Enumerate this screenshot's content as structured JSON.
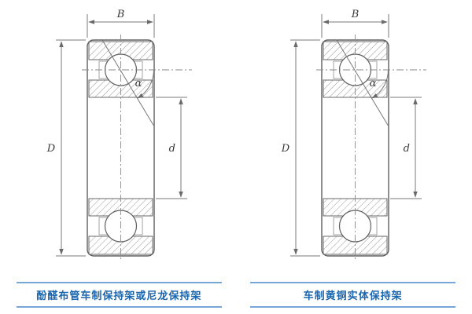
{
  "figures": [
    {
      "dim_width": "B",
      "dim_outer": "D",
      "dim_bore": "d",
      "dim_angle": "α",
      "caption": "酚醛布管车制保持架或尼龙保持架"
    },
    {
      "dim_width": "B",
      "dim_outer": "D",
      "dim_bore": "d",
      "dim_angle": "α",
      "caption": "车制黄铜实体保持架"
    }
  ],
  "colors": {
    "caption_text": "#1b66ad",
    "caption_rule": "#74a7d8",
    "drawing_line": "#6a6a6a"
  }
}
